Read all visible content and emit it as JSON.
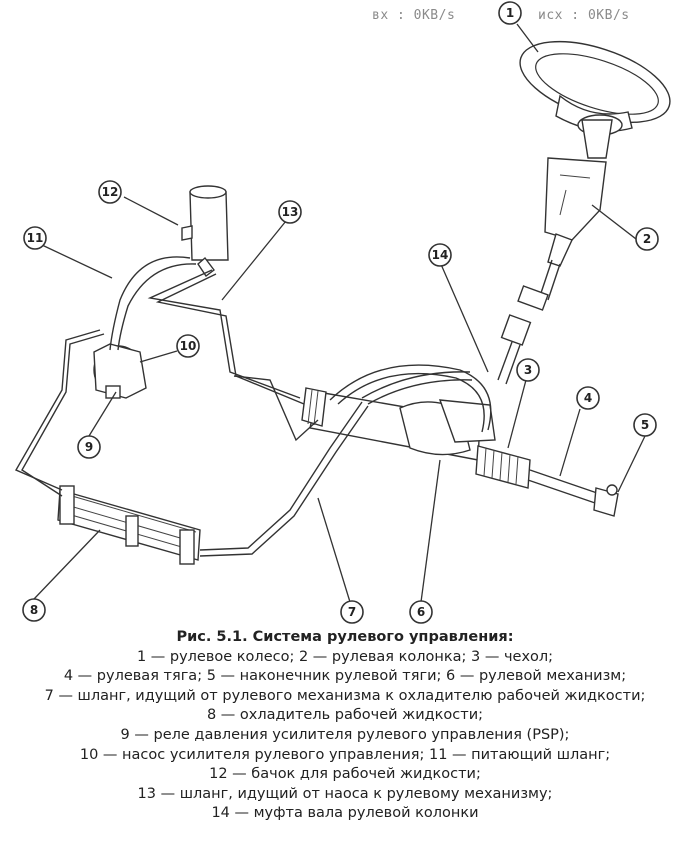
{
  "status": {
    "in_label": "вх : 0KB/s",
    "out_label": "исх : 0KB/s"
  },
  "callouts": [
    "1",
    "2",
    "3",
    "4",
    "5",
    "6",
    "7",
    "8",
    "9",
    "10",
    "11",
    "12",
    "13",
    "14"
  ],
  "caption": {
    "title": "Рис. 5.1. Система рулевого управления:",
    "lines": [
      "1 — рулевое колесо; 2 — рулевая колонка; 3 — чехол;",
      "4 — рулевая тяга; 5 — наконечник рулевой тяги; 6 — рулевой механизм;",
      "7 — шланг, идущий от рулевого механизма к охладителю рабочей жидкости;",
      "8 — охладитель рабочей жидкости;",
      "9 — реле давления усилителя рулевого управления (PSP);",
      "10 — насос усилителя рулевого управления; 11 — питающий шланг;",
      "12 — бачок для рабочей жидкости;",
      "13 — шланг, идущий от наоса к рулевому механизму;",
      "14 — муфта вала рулевой колонки"
    ]
  }
}
